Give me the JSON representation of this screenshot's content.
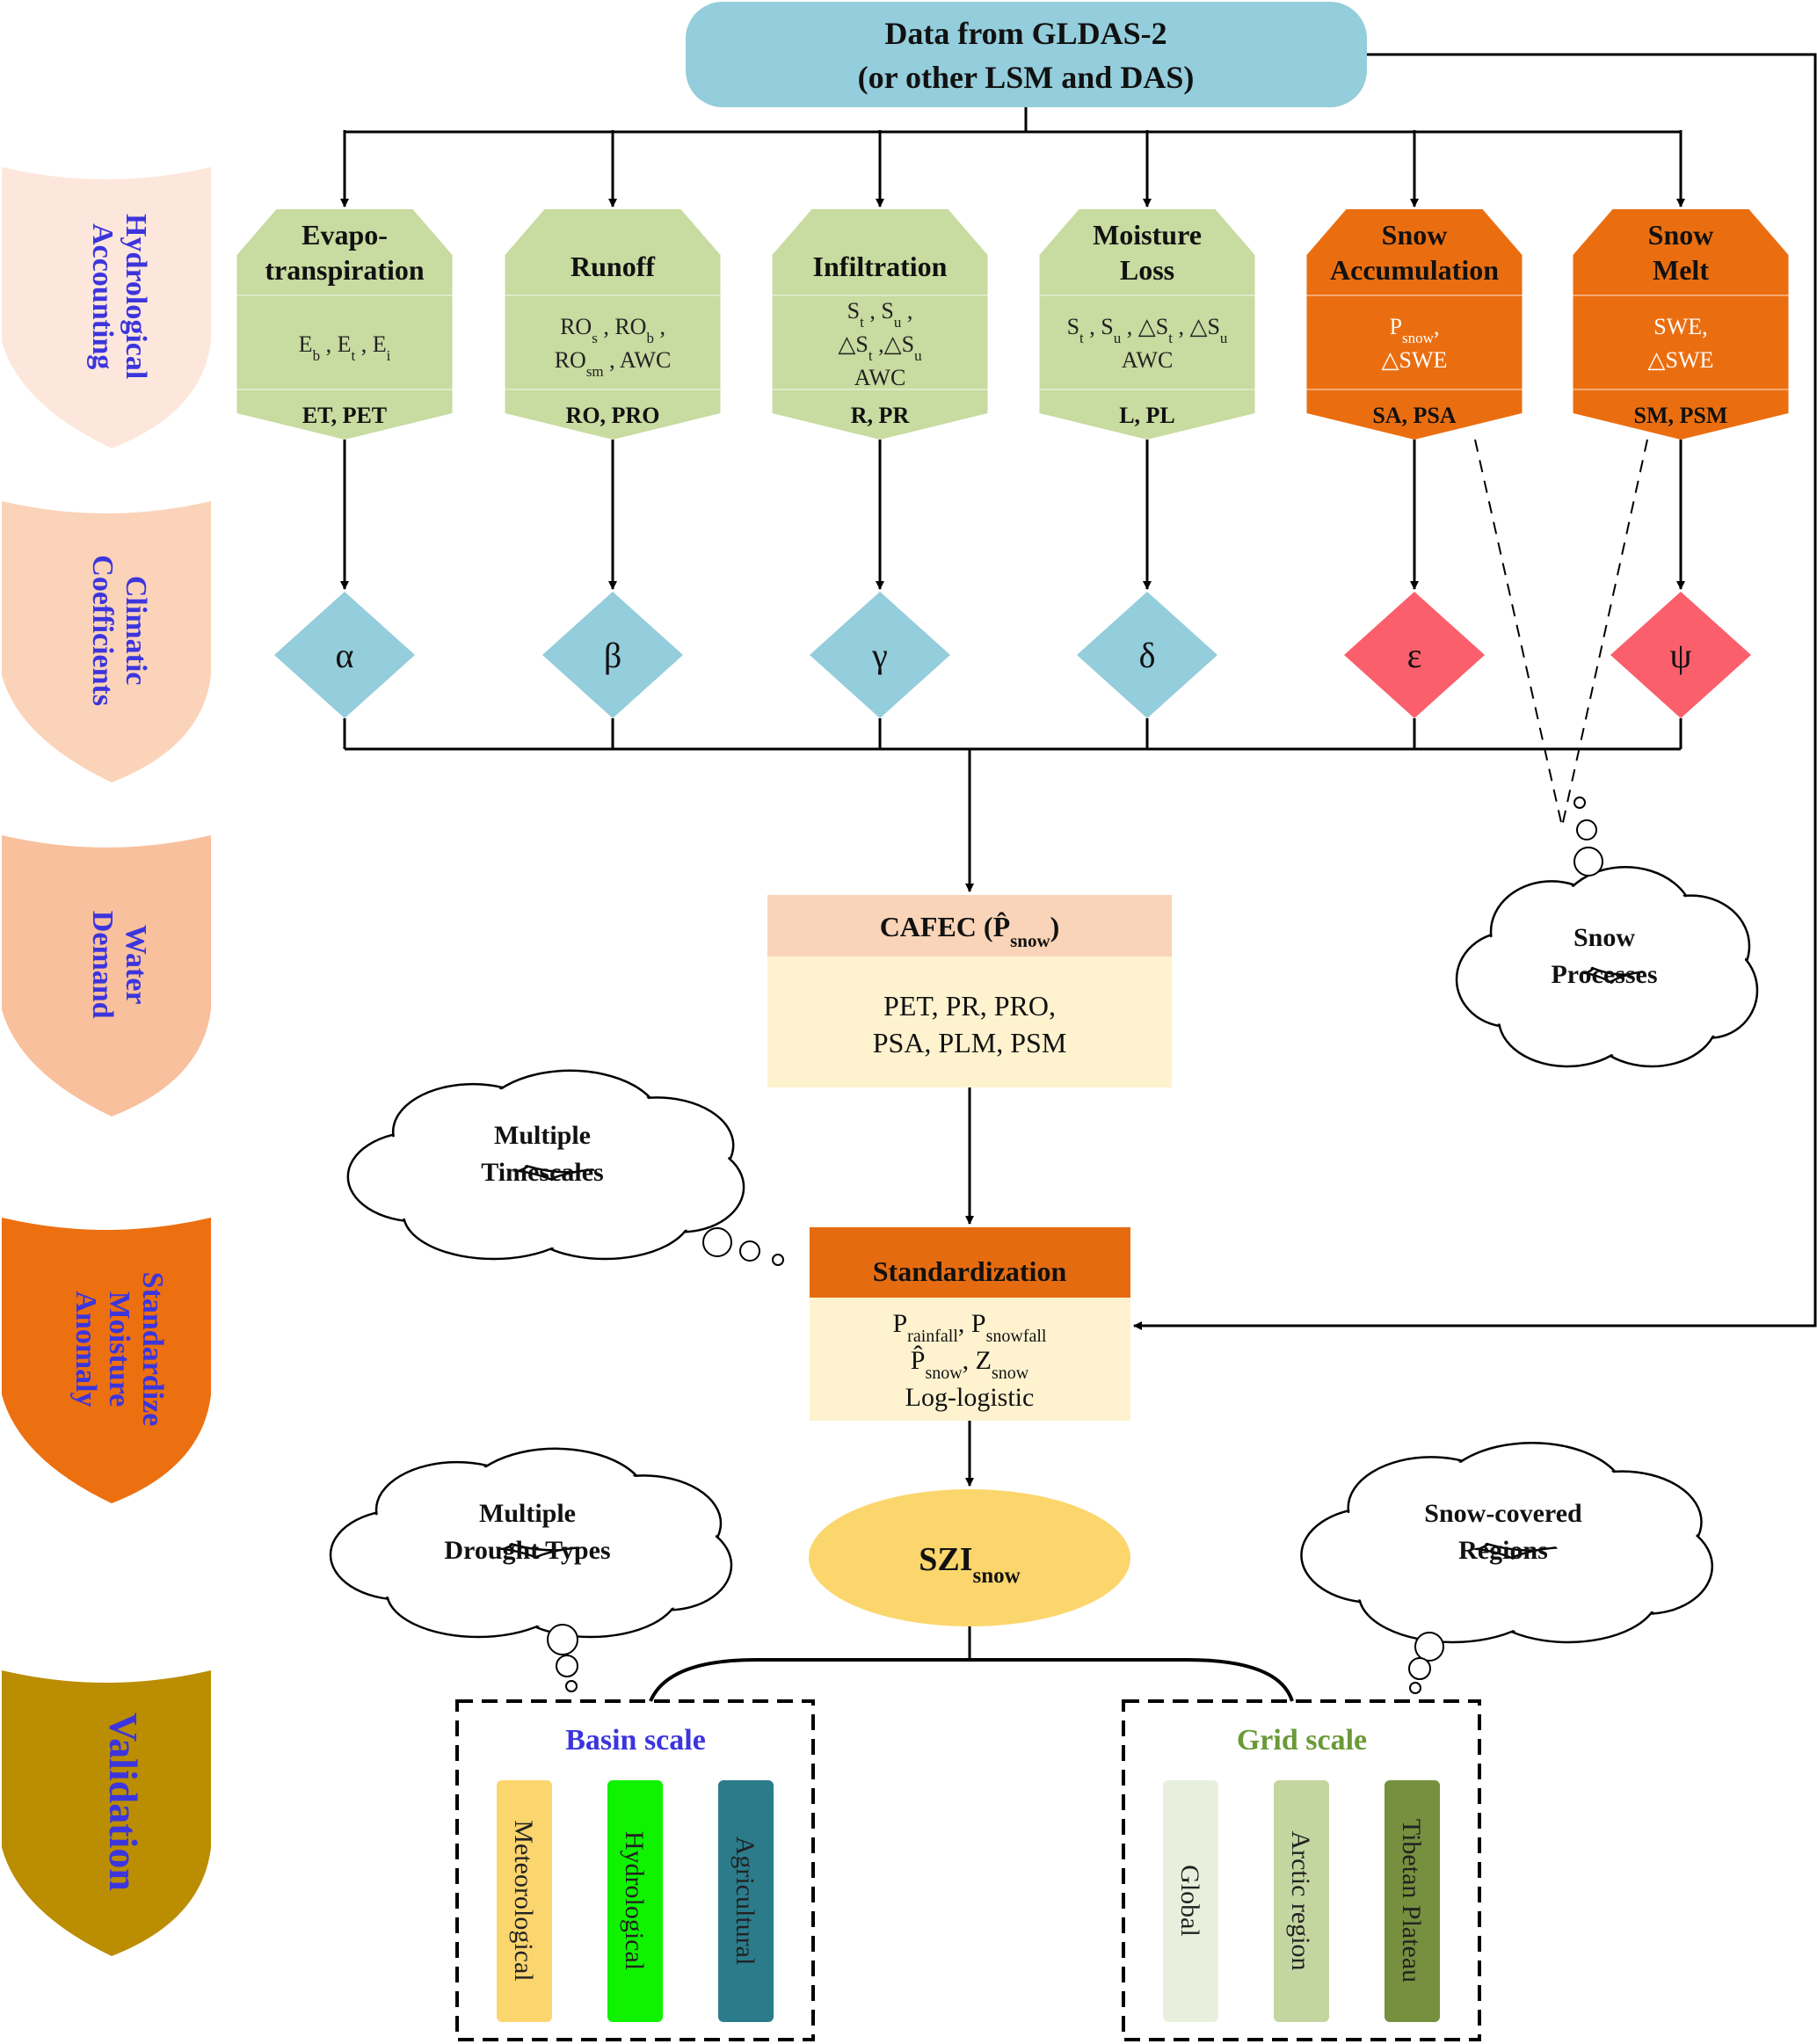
{
  "source": {
    "line1": "Data from GLDAS-2",
    "line2": "(or other LSM and DAS)"
  },
  "stages": [
    {
      "lines": [
        "Hydrological",
        "Accounting"
      ],
      "color": "#fde7dc"
    },
    {
      "lines": [
        "Climatic",
        "Coefficients"
      ],
      "color": "#fbd3b9"
    },
    {
      "lines": [
        "Water",
        "Demand"
      ],
      "color": "#f8c09d"
    },
    {
      "lines": [
        "Standardize",
        "Moisture",
        "Anomaly"
      ],
      "color": "#ec6f10"
    },
    {
      "lines": [
        "Validation"
      ],
      "color": "#bb8d00"
    }
  ],
  "processes": [
    {
      "title": [
        "Evapo-",
        "transpiration"
      ],
      "vars": [
        "E<sub>b</sub> , E<sub>t</sub> , E<sub>i</sub>"
      ],
      "out": "ET, PET",
      "coef": "α",
      "kind": "green"
    },
    {
      "title": [
        "Runoff"
      ],
      "vars": [
        "RO<sub>s</sub> , RO<sub>b</sub> ,",
        "RO<sub>sm</sub> , AWC"
      ],
      "out": "RO, PRO",
      "coef": "β",
      "kind": "green"
    },
    {
      "title": [
        "Infiltration"
      ],
      "vars": [
        "S<sub>t</sub> , S<sub>u</sub> ,",
        "△S<sub>t</sub> ,△S<sub>u</sub>",
        "AWC"
      ],
      "out": "R, PR",
      "coef": "γ",
      "kind": "green"
    },
    {
      "title": [
        "Moisture",
        "Loss"
      ],
      "vars": [
        "S<sub>t</sub> , S<sub>u</sub> , △S<sub>t</sub> , △S<sub>u</sub>",
        "AWC"
      ],
      "out": "L, PL",
      "coef": "δ",
      "kind": "green"
    },
    {
      "title": [
        "Snow",
        "Accumulation"
      ],
      "vars": [
        "P<sub>snow</sub>,",
        "△SWE"
      ],
      "out": "SA, PSA",
      "coef": "ε",
      "kind": "orange"
    },
    {
      "title": [
        "Snow",
        "Melt"
      ],
      "vars": [
        "SWE,",
        "△SWE"
      ],
      "out": "SM, PSM",
      "coef": "ψ",
      "kind": "orange"
    }
  ],
  "cafec": {
    "title": "CAFEC (P̂<sub>snow</sub>)",
    "lines": [
      "PET, PR, PRO,",
      "PSA, PLM, PSM"
    ]
  },
  "standardization": {
    "title": "Standardization",
    "lines": [
      "P<sub>rainfall</sub>, P<sub>snowfall</sub>",
      "P̂<sub>snow</sub>, Z<sub>snow</sub>",
      "Log-logistic"
    ]
  },
  "szi": "SZI<sub>snow</sub>",
  "clouds": {
    "snow_processes": [
      "Snow",
      "Processes"
    ],
    "timescales": [
      "Multiple",
      "Timescales"
    ],
    "drought_types": [
      "Multiple",
      "Drought Types"
    ],
    "snow_regions": [
      "Snow-covered",
      "Regions"
    ]
  },
  "basin": {
    "title": "Basin scale",
    "items": [
      {
        "label": "Meteorological",
        "color": "#fbd56e"
      },
      {
        "label": "Hydrological",
        "color": "#0ff200"
      },
      {
        "label": "Agricultural",
        "color": "#2b7b8b"
      }
    ]
  },
  "grid": {
    "title": "Grid scale",
    "items": [
      {
        "label": "Global",
        "color": "#e8f0dd"
      },
      {
        "label": "Arctic region",
        "color": "#c3d6a0"
      },
      {
        "label": "Tibetan Plateau",
        "color": "#77903f"
      }
    ]
  },
  "colors": {
    "source_fill": "#94cddb",
    "green_fill": "#c8dba0",
    "orange_fill": "#ea6e10",
    "blue_diamond": "#94cddb",
    "red_diamond": "#fb5f6c",
    "cafec_head": "#f9d4b8",
    "cafec_body": "#fef2cf",
    "std_head": "#e56b10",
    "std_body": "#fef2cf",
    "szi_fill": "#fbd66c",
    "text_blue": "#3c35dd",
    "text_green": "#6a9a38"
  }
}
